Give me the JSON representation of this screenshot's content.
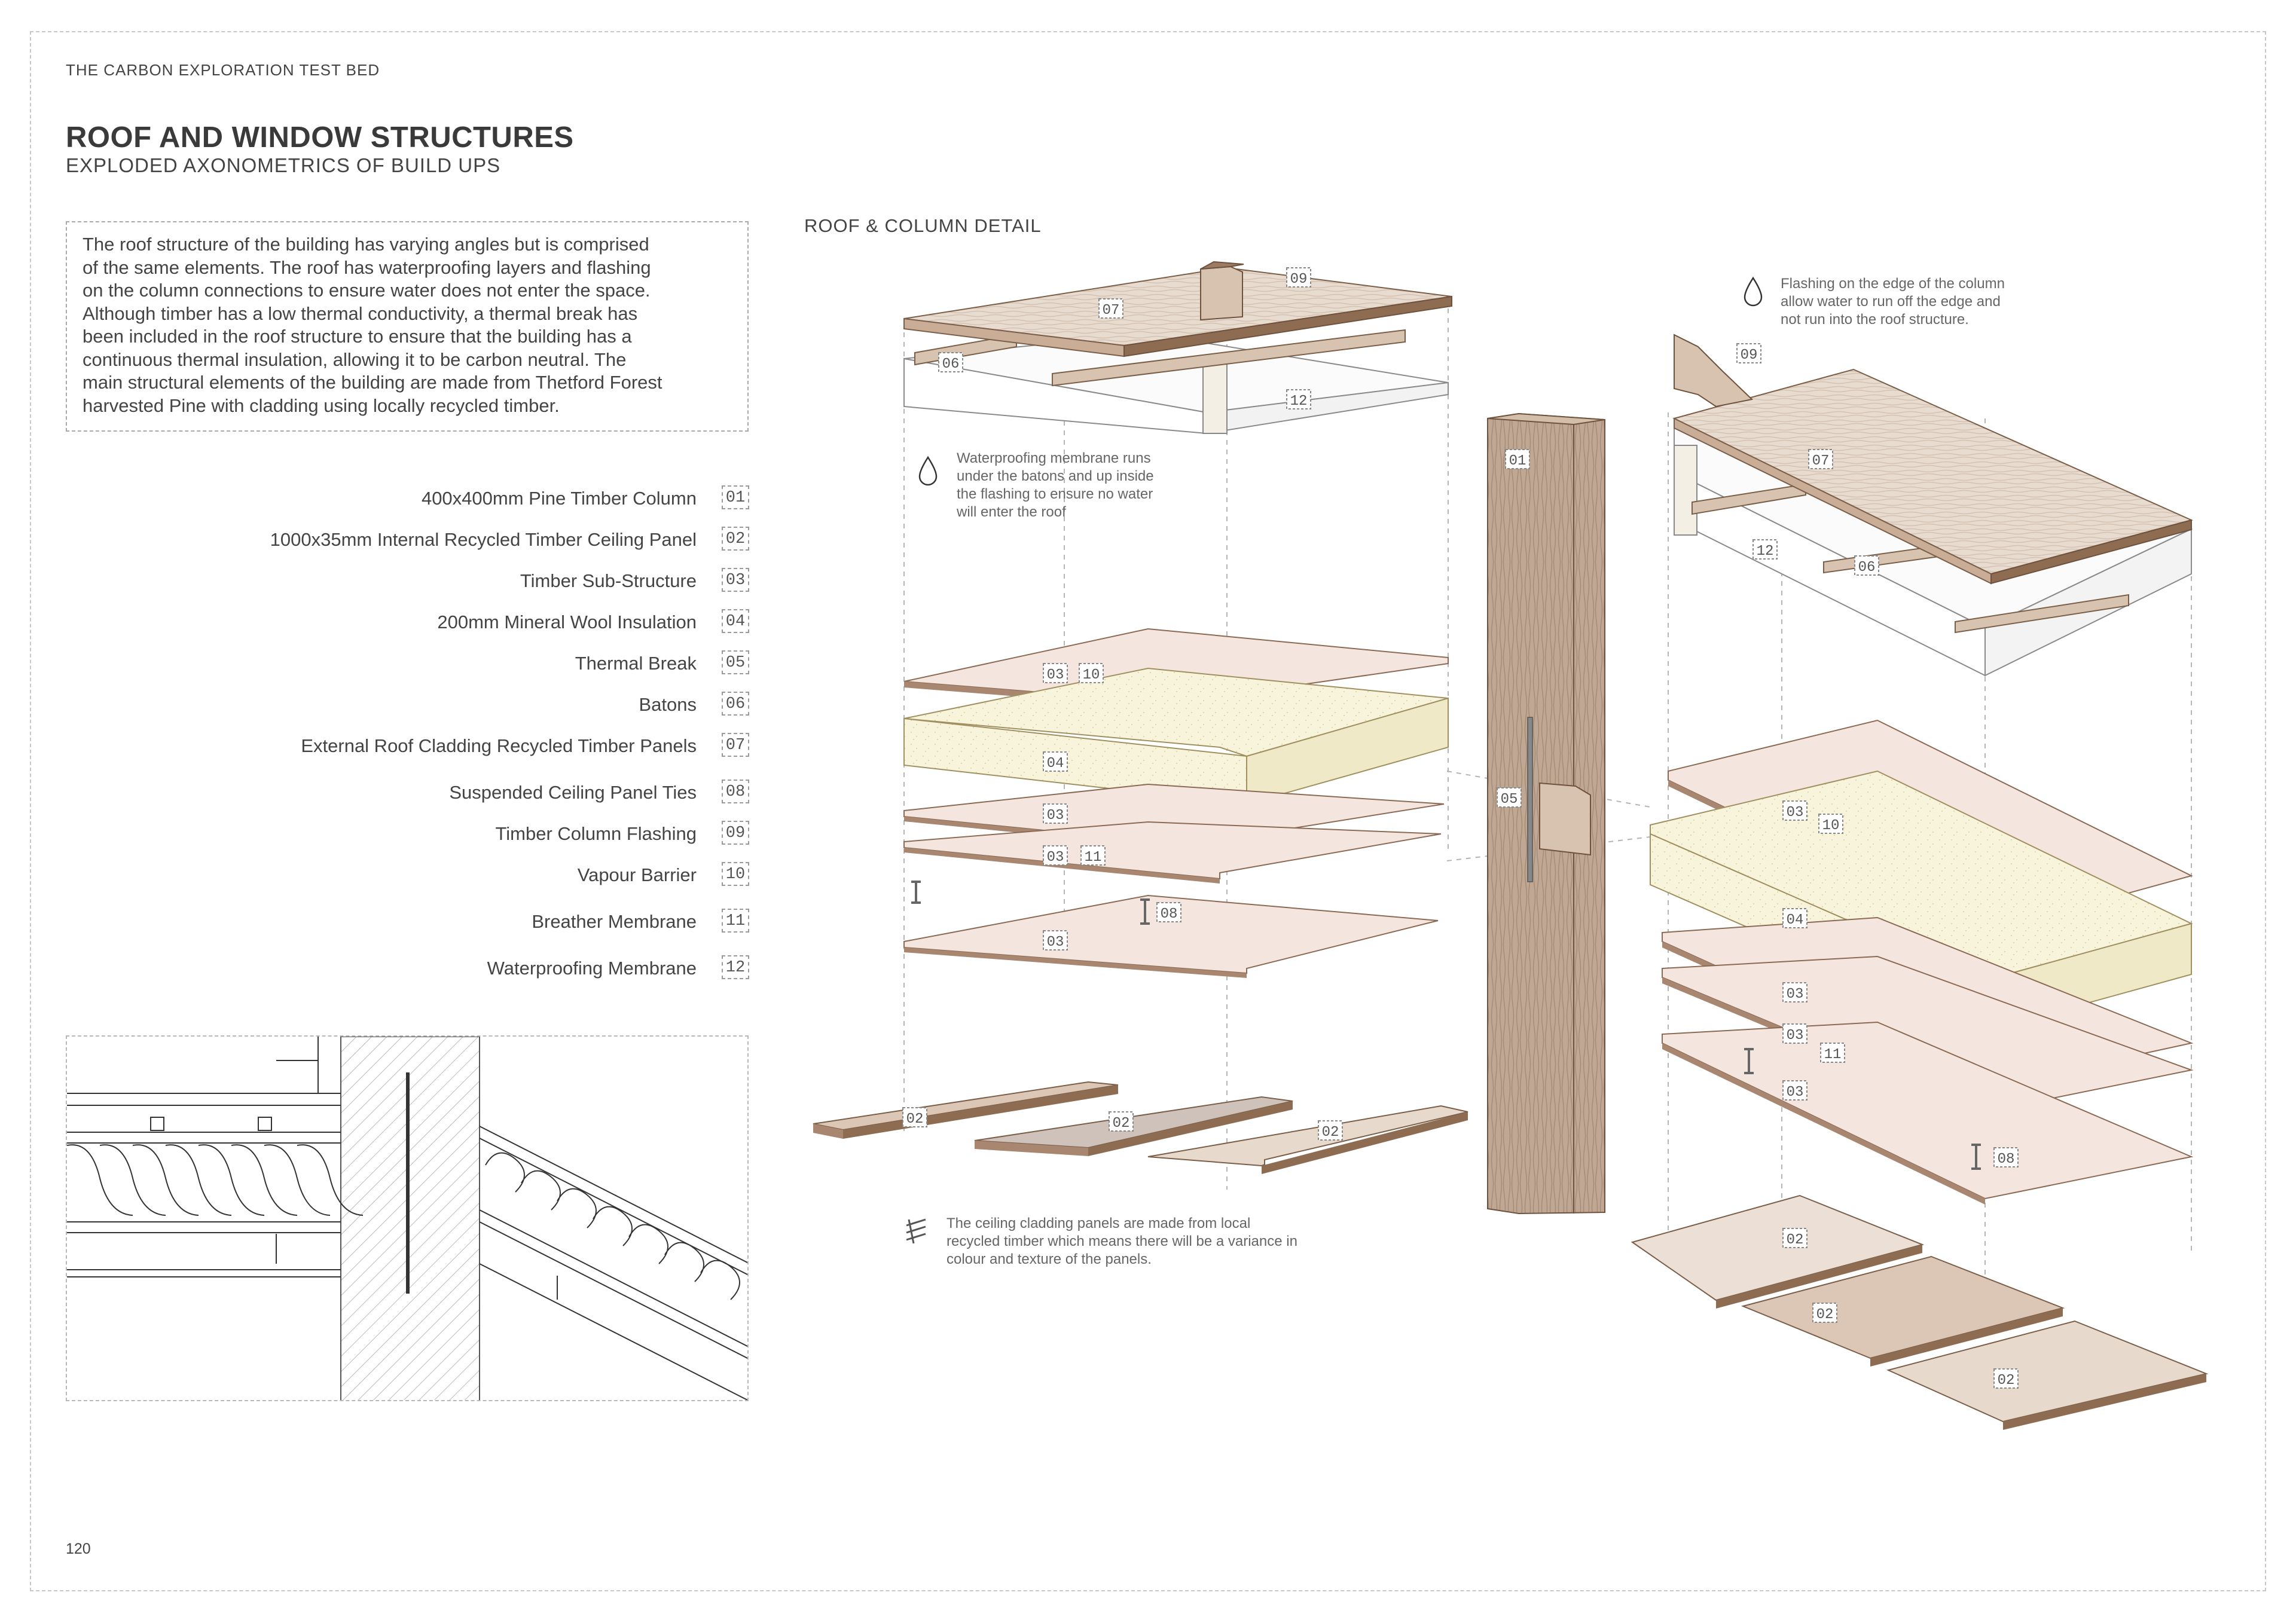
{
  "header": {
    "label": "THE CARBON EXPLORATION TEST BED"
  },
  "title": "ROOF AND WINDOW STRUCTURES",
  "subtitle": "EXPLODED AXONOMETRICS OF BUILD UPS",
  "intro_lines": [
    "The roof structure of the building has varying angles but is comprised",
    "of the same elements. The roof has waterproofing layers and flashing",
    "on the column connections to ensure water does not enter the space.",
    "Although timber has a low thermal conductivity, a thermal break has",
    "been included in the roof structure to ensure that the building has a",
    "continuous thermal insulation, allowing it to be carbon neutral. The",
    "main structural elements of the building are made from Thetford Forest",
    "harvested Pine with cladding using locally recycled timber."
  ],
  "legend": [
    {
      "label": "400x400mm Pine Timber Column",
      "num": "01"
    },
    {
      "label": "1000x35mm Internal Recycled Timber Ceiling Panel",
      "num": "02"
    },
    {
      "label": "Timber Sub-Structure",
      "num": "03"
    },
    {
      "label": "200mm Mineral Wool Insulation",
      "num": "04"
    },
    {
      "label": "Thermal Break",
      "num": "05"
    },
    {
      "label": "Batons",
      "num": "06"
    },
    {
      "label": "External Roof Cladding Recycled Timber Panels",
      "num": "07"
    },
    {
      "label": "Suspended Ceiling Panel Ties",
      "num": "08"
    },
    {
      "label": "Timber Column Flashing",
      "num": "09"
    },
    {
      "label": "Vapour Barrier",
      "num": "10"
    },
    {
      "label": "Breather Membrane",
      "num": "11"
    },
    {
      "label": "Waterproofing  Membrane",
      "num": "12"
    }
  ],
  "diagram": {
    "title": "ROOF & COLUMN DETAIL",
    "notes": {
      "waterproofing": [
        "Waterproofing membrane runs",
        "under the batons and up inside",
        "the flashing to ensure no water",
        "will enter the roof"
      ],
      "flashing": [
        "Flashing on the edge of the column",
        "allow water to run off the edge and",
        "not run into the roof structure."
      ],
      "ceiling": [
        "The ceiling cladding panels are made from local",
        "recycled timber which means there will be a variance in",
        "colour and texture of the panels."
      ]
    },
    "tags": {
      "t01": "01",
      "t02": "02",
      "t03": "03",
      "t04": "04",
      "t05": "05",
      "t06": "06",
      "t07": "07",
      "t08": "08",
      "t09": "09",
      "t10": "10",
      "t11": "11",
      "t12": "12"
    }
  },
  "page_number": "120",
  "colors": {
    "timber": "#e6d8cc",
    "timber_edge": "#9d7a5f",
    "column": "#bca48f",
    "insulation": "#f8f4dc",
    "subframe": "#f1e4dc"
  }
}
